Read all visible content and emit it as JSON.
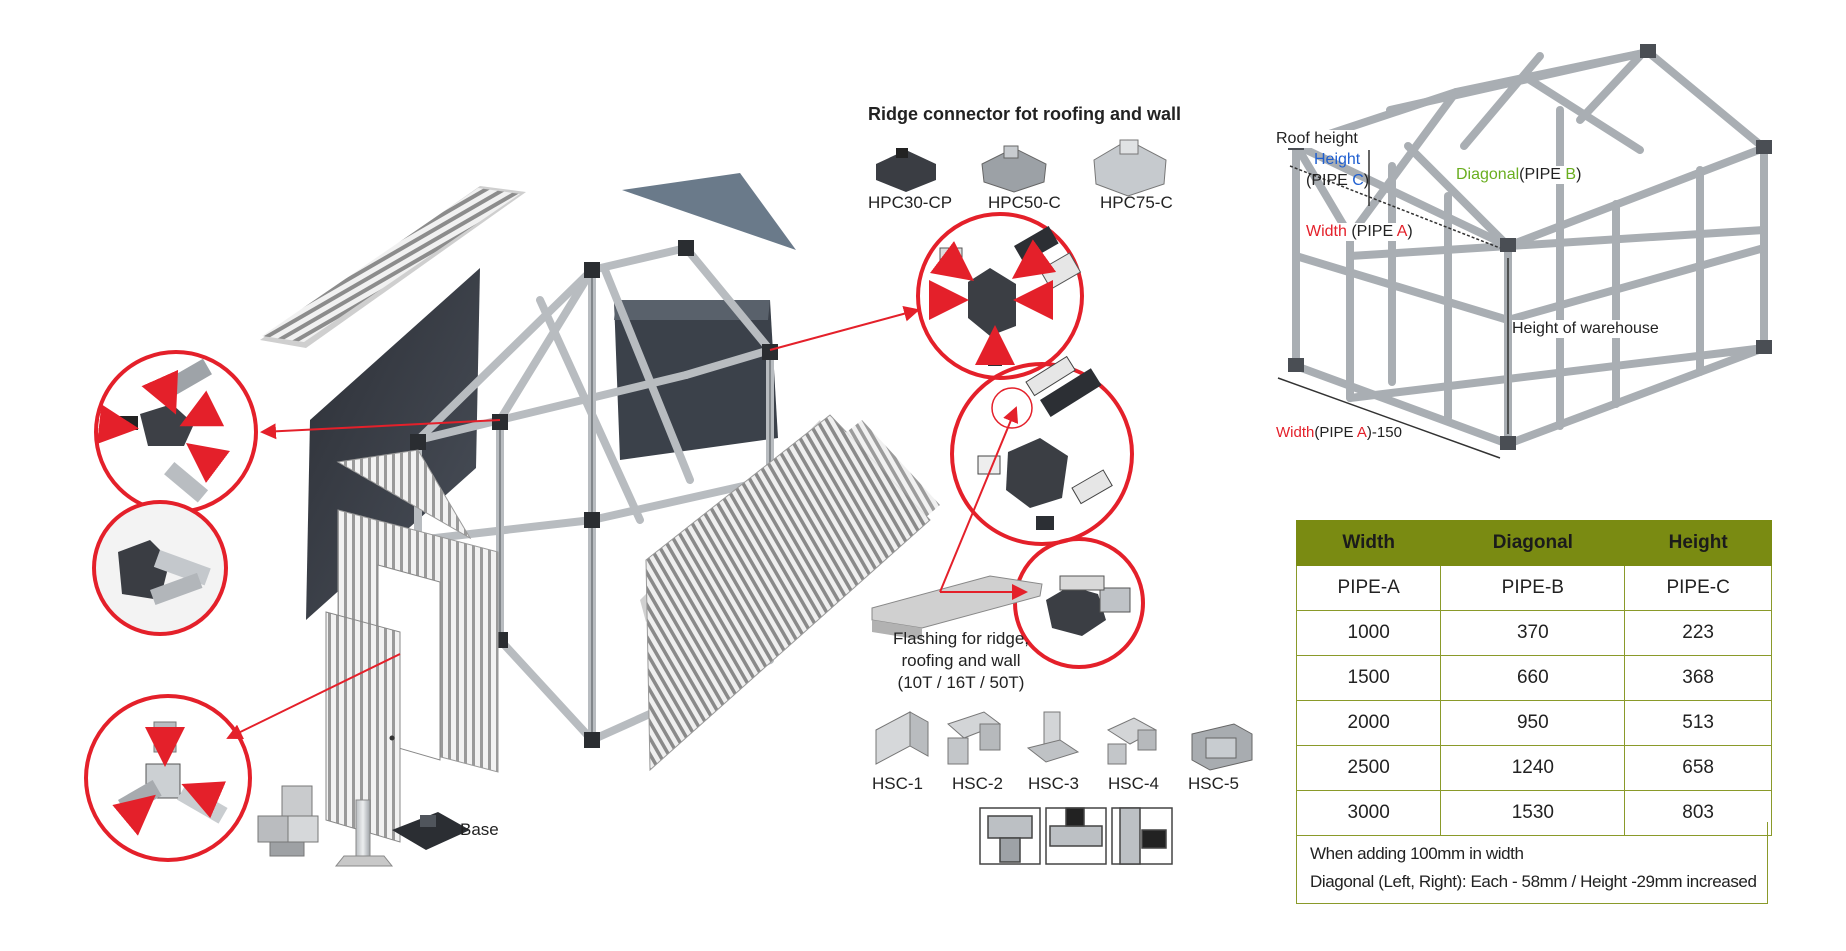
{
  "ridge_connectors": {
    "title": "Ridge connector fot roofing and wall",
    "items": [
      "HPC30-CP",
      "HPC50-C",
      "HPC75-C"
    ]
  },
  "flashing": {
    "line1": "Flashing for ridge,",
    "line2": "roofing and wall",
    "line3": "(10T / 16T / 50T)"
  },
  "side_connectors": [
    "HSC-1",
    "HSC-2",
    "HSC-3",
    "HSC-4",
    "HSC-5"
  ],
  "base_label": "Base",
  "frame_labels": {
    "roof_height": "Roof height",
    "height_word": "Height",
    "pipe_c_open": "(PIPE ",
    "pipe_c_letter": "C",
    "pipe_c_close": ")",
    "diagonal_word": "Diagonal",
    "pipe_b_open": "(PIPE ",
    "pipe_b_letter": "B",
    "pipe_b_close": ")",
    "width_word": "Width",
    "pipe_a_open": " (PIPE ",
    "pipe_a_letter": "A",
    "pipe_a_close": ")",
    "warehouse_height": "Height of warehouse",
    "bottom_width_word": "Width",
    "bottom_pipe_open": "(PIPE ",
    "bottom_pipe_letter": "A",
    "bottom_pipe_close": ")-150"
  },
  "table": {
    "headers": [
      "Width",
      "Diagonal",
      "Height"
    ],
    "rows": [
      [
        "PIPE-A",
        "PIPE-B",
        "PIPE-C"
      ],
      [
        "1000",
        "370",
        "223"
      ],
      [
        "1500",
        "660",
        "368"
      ],
      [
        "2000",
        "950",
        "513"
      ],
      [
        "2500",
        "1240",
        "658"
      ],
      [
        "3000",
        "1530",
        "803"
      ]
    ],
    "note_line1": "When adding 100mm in width",
    "note_line2": "Diagonal (Left, Right): Each - 58mm / Height -29mm increased"
  },
  "colors": {
    "accent_red": "#e4202a",
    "label_blue": "#1f5fd0",
    "label_green": "#6aae1f",
    "table_header": "#7a8b12"
  }
}
